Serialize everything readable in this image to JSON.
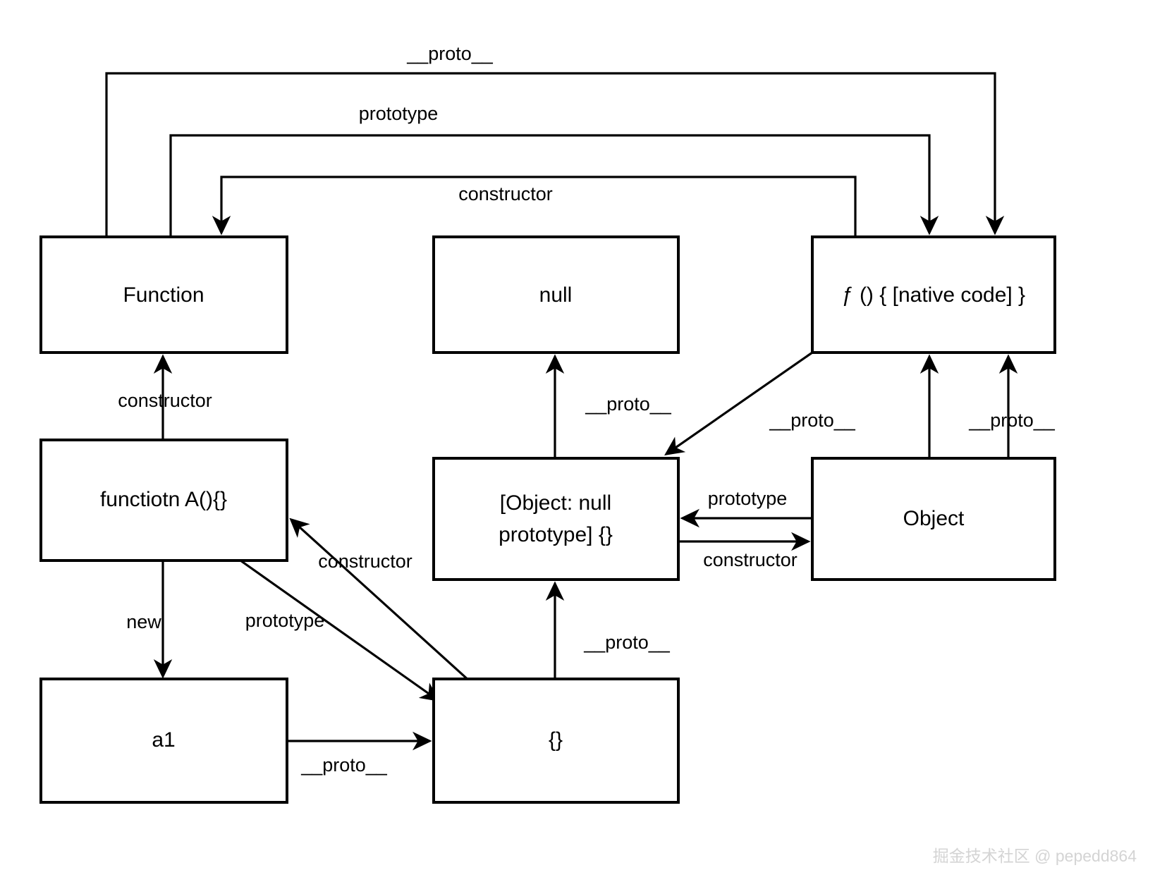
{
  "diagram": {
    "title": "JavaScript prototype chain diagram",
    "background_color": "#ffffff",
    "stroke_color": "#000000",
    "nodes": [
      {
        "id": "function",
        "label": "Function"
      },
      {
        "id": "null",
        "label": "null"
      },
      {
        "id": "native",
        "label": "ƒ () { [native code] }"
      },
      {
        "id": "functiotn_a",
        "label": "functiotn A(){}"
      },
      {
        "id": "object_null_proto_line1",
        "label": "[Object: null"
      },
      {
        "id": "object_null_proto_line2",
        "label": "prototype] {}"
      },
      {
        "id": "object",
        "label": "Object"
      },
      {
        "id": "a1",
        "label": "a1"
      },
      {
        "id": "empty_obj",
        "label": "{}"
      }
    ],
    "edges": [
      {
        "id": "e1",
        "label": "__proto__",
        "from": "function",
        "to": "native"
      },
      {
        "id": "e2",
        "label": "prototype",
        "from": "function",
        "to": "native"
      },
      {
        "id": "e3",
        "label": "constructor",
        "from": "native",
        "to": "function"
      },
      {
        "id": "e4",
        "label": "constructor",
        "from": "functiotn_a",
        "to": "function"
      },
      {
        "id": "e5",
        "label": "__proto__",
        "from": "object_null_proto",
        "to": "null"
      },
      {
        "id": "e6",
        "label": "__proto__",
        "from": "native",
        "to": "object_null_proto"
      },
      {
        "id": "e7",
        "label": "__proto__",
        "from": "object",
        "to": "native"
      },
      {
        "id": "e8",
        "label": "__proto__",
        "from": "object",
        "to": "native"
      },
      {
        "id": "e9",
        "label": "prototype",
        "from": "object",
        "to": "object_null_proto"
      },
      {
        "id": "e10",
        "label": "constructor",
        "from": "object_null_proto",
        "to": "object"
      },
      {
        "id": "e11",
        "label": "new",
        "from": "functiotn_a",
        "to": "a1"
      },
      {
        "id": "e12",
        "label": "prototype",
        "from": "functiotn_a",
        "to": "empty_obj"
      },
      {
        "id": "e13",
        "label": "constructor",
        "from": "object_null_proto",
        "to": "functiotn_a"
      },
      {
        "id": "e14",
        "label": "__proto__",
        "from": "empty_obj",
        "to": "object_null_proto"
      },
      {
        "id": "e15",
        "label": "__proto__",
        "from": "a1",
        "to": "empty_obj"
      }
    ]
  },
  "watermark": {
    "text": "掘金技术社区 @ pepedd864",
    "color": "#d4d4d4"
  }
}
